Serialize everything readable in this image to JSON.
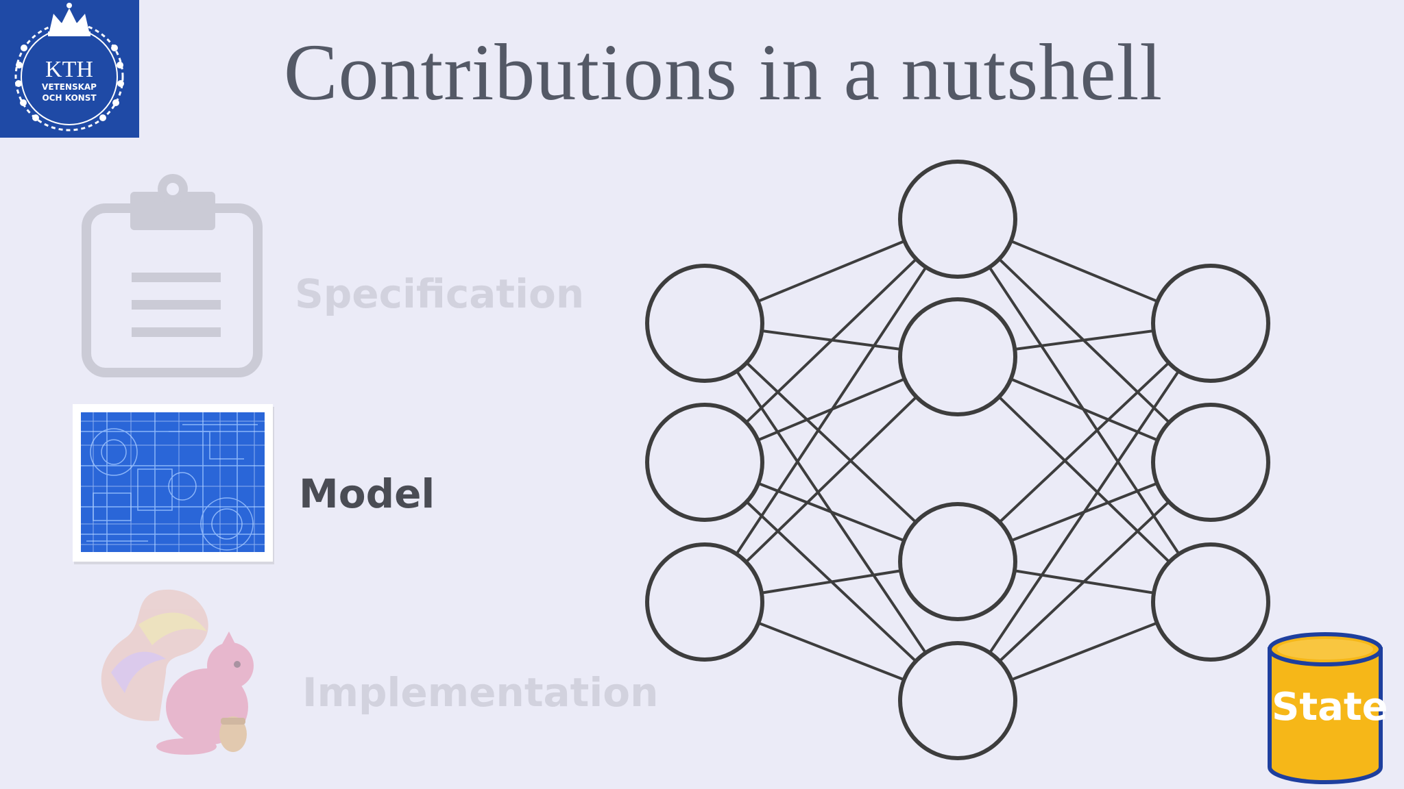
{
  "slide": {
    "title": "Contributions in a nutshell"
  },
  "logo": {
    "line1": "KTH",
    "line2": "VETENSKAP",
    "line3": "OCH KONST",
    "background": "#1f4aa6"
  },
  "items": {
    "specification": {
      "label": "Specification",
      "state": "faded",
      "icon": "clipboard-icon"
    },
    "model": {
      "label": "Model",
      "state": "active",
      "icon": "blueprint-image"
    },
    "implementation": {
      "label": "Implementation",
      "state": "faded",
      "icon": "squirrel-logo"
    }
  },
  "network": {
    "layers": [
      3,
      4,
      3
    ],
    "node_stroke": "#3d3d3d"
  },
  "state_db": {
    "label": "State",
    "color": "#f6b718"
  }
}
